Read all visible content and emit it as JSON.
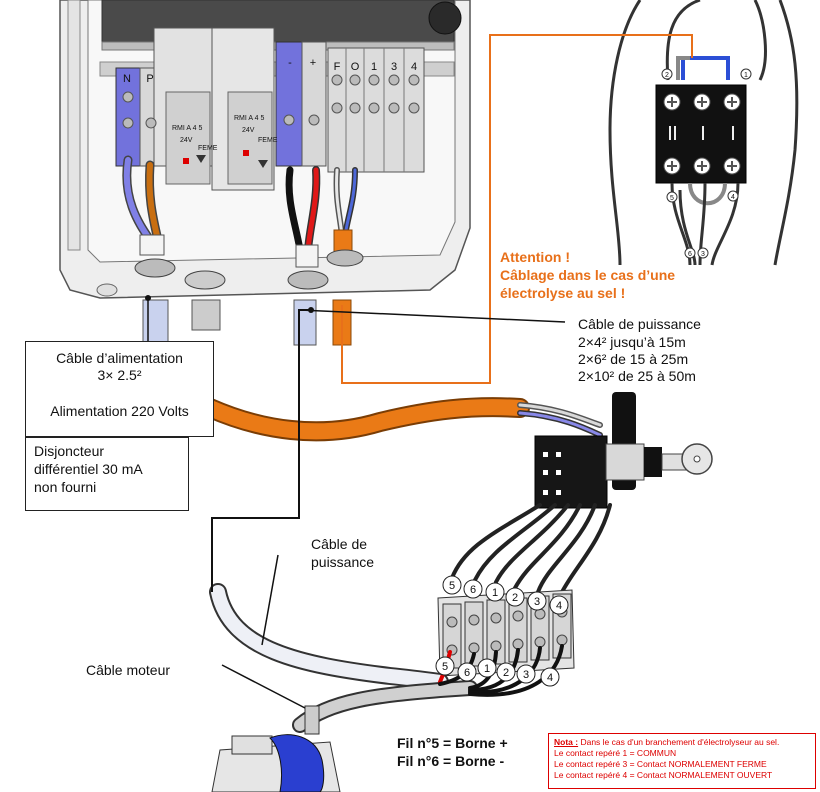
{
  "colors": {
    "power_cable": "#ea7a16",
    "callout_line": "#e8701a",
    "warning_text": "#e8701a",
    "note_border": "#dd0000",
    "note_text": "#dd0000",
    "blue_terminal": "#6b6fd8",
    "wire_red": "#e01818",
    "wire_blue": "#3a56c8",
    "wire_black": "#111111"
  },
  "enclosure": {
    "terminal_labels": [
      "N",
      "P",
      "-",
      "+",
      "F",
      "O",
      "1",
      "3",
      "4"
    ],
    "relay_text": [
      "RMI A 4 5",
      "24V",
      "FEME"
    ]
  },
  "contact_block": {
    "terminal_numbers": [
      "2",
      "1",
      "5",
      "4",
      "6",
      "3"
    ]
  },
  "terminal_strip": {
    "upper_numbers": [
      "5",
      "6",
      "1",
      "2",
      "3",
      "4"
    ],
    "lower_numbers": [
      "5",
      "6",
      "1",
      "2",
      "3",
      "4"
    ]
  },
  "labels": {
    "alimentation_line1": "Câble d’alimentation",
    "alimentation_line2": "3× 2.5²",
    "alimentation_line3": "Alimentation 220 Volts",
    "disjoncteur_line1": "Disjoncteur",
    "disjoncteur_line2": "différentiel 30 mA",
    "disjoncteur_line3": "non fourni",
    "puissance_title": "Câble de puissance",
    "puissance_line1": "2×4² jusqu’à 15m",
    "puissance_line2": "2×6² de 15 à 25m",
    "puissance_line3": "2×10² de 25 à 50m",
    "puissance2_line1": "Câble de",
    "puissance2_line2": "puissance",
    "moteur": "Câble moteur",
    "attention_line1": "Attention !",
    "attention_line2": "Câblage dans le cas d’une",
    "attention_line3": "électrolyse au sel !",
    "fil5": "Fil n°5 = Borne +",
    "fil6": "Fil n°6 = Borne -"
  },
  "note": {
    "title": "Nota :",
    "title_rest": " Dans le cas d'un branchement d'électrolyseur au sel.",
    "line1": "Le contact repéré 1 = COMMUN",
    "line2": "Le contact repéré 3 = Contact NORMALEMENT FERME",
    "line3": "Le contact repéré 4 = Contact NORMALEMENT OUVERT"
  }
}
